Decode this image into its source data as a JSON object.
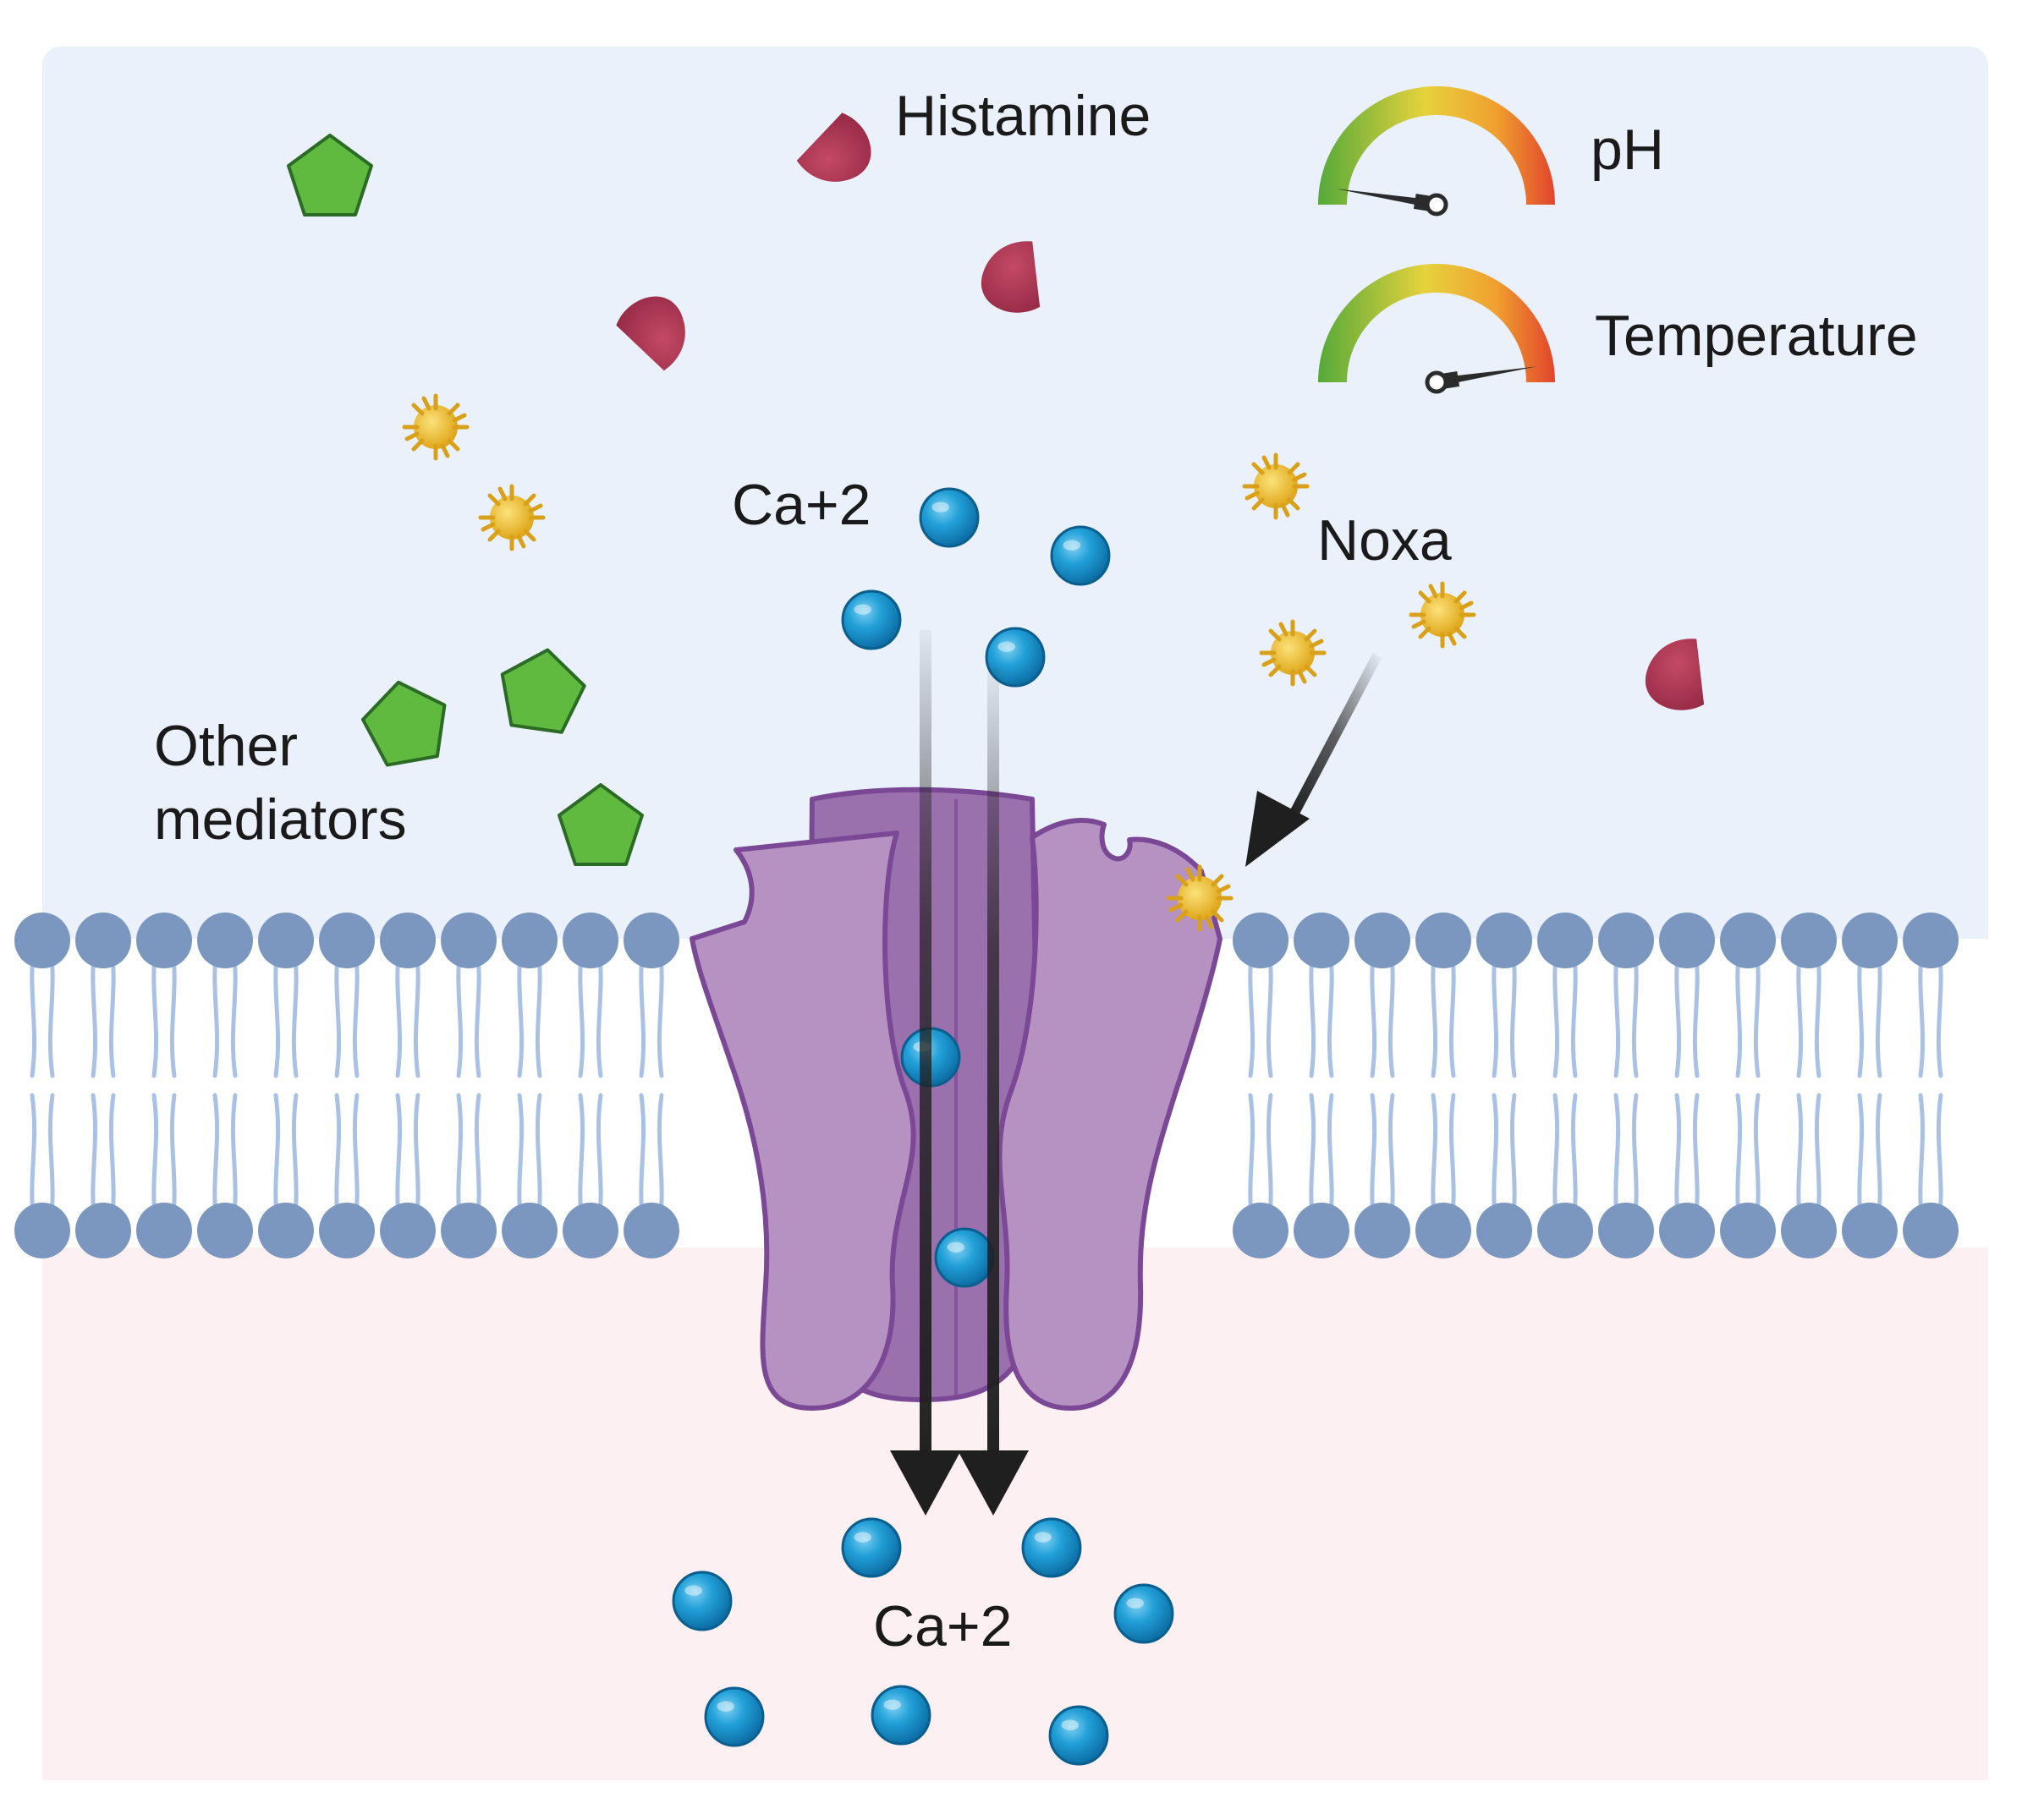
{
  "labels": {
    "histamine": "Histamine",
    "ph": "pH",
    "temperature": "Temperature",
    "calcium_outside": "Ca+2",
    "calcium_inside": "Ca+2",
    "noxa": "Noxa",
    "other_mediators_line1": "Other",
    "other_mediators_line2": "mediators"
  },
  "colors": {
    "extracellular": "#eaf1fa",
    "intracellular": "#fcf0f2",
    "lipid_head": "#7b96bf",
    "lipid_tail": "#a9c1e3",
    "channel_fill": "#b692c2",
    "channel_core": "#9a70ad",
    "channel_stroke": "#7b4896",
    "calcium_ion": "#1b8ec9",
    "histamine": "#a93350",
    "noxa": "#e7b52c",
    "mediator": "#5fba3f",
    "arrow": "#1f1f1f"
  },
  "gauges": {
    "ph_level": 0.05,
    "temperature_level": 0.95
  },
  "icons": [
    "ph-gauge-icon",
    "temperature-gauge-icon",
    "calcium-ion-icon",
    "histamine-icon",
    "noxa-icon",
    "mediator-pentagon-icon",
    "ion-channel-icon"
  ]
}
